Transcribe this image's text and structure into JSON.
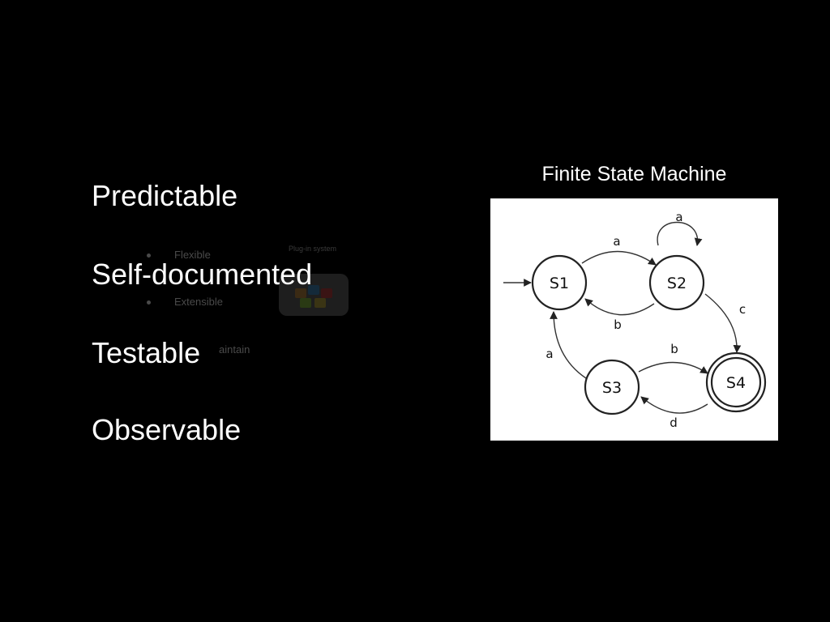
{
  "ghost_layer": {
    "title": "Plug-in system",
    "bullets": [
      "Flexible",
      "Extensible",
      "aintain"
    ]
  },
  "points": [
    "Predictable",
    "Self-documented",
    "Testable",
    "Observable"
  ],
  "diagram": {
    "caption": "Finite State Machine",
    "states": [
      {
        "id": "S1",
        "label": "S1",
        "accepting": false,
        "initial": true
      },
      {
        "id": "S2",
        "label": "S2",
        "accepting": false,
        "initial": false
      },
      {
        "id": "S3",
        "label": "S3",
        "accepting": false,
        "initial": false
      },
      {
        "id": "S4",
        "label": "S4",
        "accepting": true,
        "initial": false
      }
    ],
    "transitions": [
      {
        "from": "S1",
        "to": "S2",
        "label": "a"
      },
      {
        "from": "S2",
        "to": "S2",
        "label": "a"
      },
      {
        "from": "S2",
        "to": "S1",
        "label": "b"
      },
      {
        "from": "S2",
        "to": "S4",
        "label": "c"
      },
      {
        "from": "S3",
        "to": "S1",
        "label": "a"
      },
      {
        "from": "S3",
        "to": "S4",
        "label": "b"
      },
      {
        "from": "S4",
        "to": "S3",
        "label": "d"
      }
    ]
  }
}
